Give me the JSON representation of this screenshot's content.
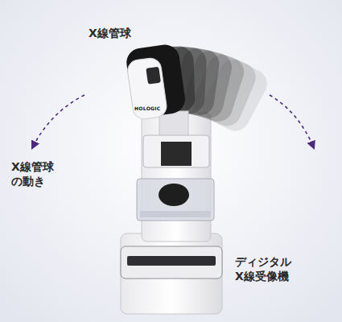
{
  "diagram": {
    "labels": [
      "X線管球",
      "X線管球 の動き",
      "ディジタル X線受像機",
      "HOLOGIC"
    ]
  }
}
